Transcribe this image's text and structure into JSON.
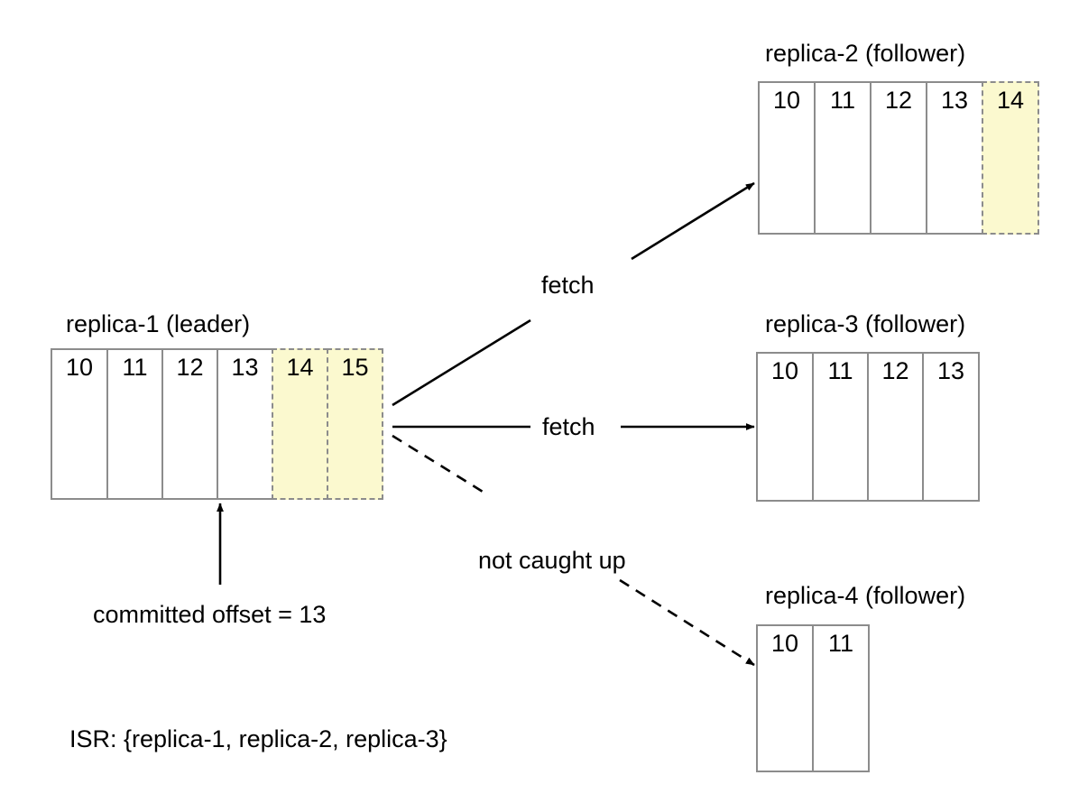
{
  "diagram": {
    "title_absent": true,
    "colors": {
      "cell_border": "#8c8c8c",
      "uncommitted_fill": "#fbf9cf",
      "uncommitted_border": "#8c8c8c",
      "arrow": "#000000",
      "text": "#000000",
      "background": "#ffffff"
    },
    "replicas": [
      {
        "id": "replica-1",
        "title": "replica-1 (leader)",
        "role": "leader",
        "offsets": [
          "10",
          "11",
          "12",
          "13",
          "14",
          "15"
        ],
        "committed": [
          "10",
          "11",
          "12",
          "13"
        ],
        "uncommitted": [
          "14",
          "15"
        ]
      },
      {
        "id": "replica-2",
        "title": "replica-2 (follower)",
        "role": "follower",
        "offsets": [
          "10",
          "11",
          "12",
          "13",
          "14"
        ],
        "committed": [
          "10",
          "11",
          "12",
          "13"
        ],
        "uncommitted": [
          "14"
        ]
      },
      {
        "id": "replica-3",
        "title": "replica-3 (follower)",
        "role": "follower",
        "offsets": [
          "10",
          "11",
          "12",
          "13"
        ],
        "committed": [
          "10",
          "11",
          "12",
          "13"
        ],
        "uncommitted": []
      },
      {
        "id": "replica-4",
        "title": "replica-4 (follower)",
        "role": "follower",
        "offsets": [
          "10",
          "11"
        ],
        "committed": [
          "10",
          "11"
        ],
        "uncommitted": []
      }
    ],
    "edges": [
      {
        "id": "edge-fetch-replica-2",
        "label": "fetch",
        "from": "replica-1",
        "to": "replica-2",
        "style": "solid"
      },
      {
        "id": "edge-fetch-replica-3",
        "label": "fetch",
        "from": "replica-1",
        "to": "replica-3",
        "style": "solid"
      },
      {
        "id": "edge-not-caught-up-replica-4",
        "label": "not caught up",
        "from": "replica-1",
        "to": "replica-4",
        "style": "dashed"
      }
    ],
    "annotations": {
      "committed_offset": "committed offset = 13",
      "committed_offset_value": "13",
      "isr": "ISR: {replica-1, replica-2, replica-3}",
      "isr_members": [
        "replica-1",
        "replica-2",
        "replica-3"
      ]
    }
  }
}
